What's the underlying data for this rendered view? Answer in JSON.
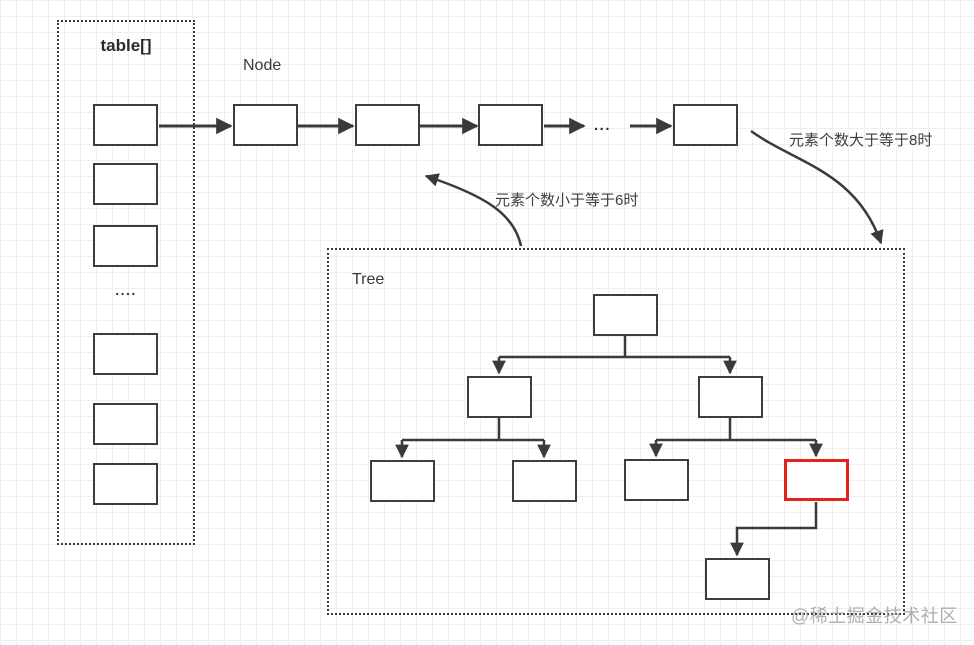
{
  "diagram": {
    "array": {
      "label": "table[]",
      "ellipsis": "...."
    },
    "list": {
      "label": "Node",
      "ellipsis": "..."
    },
    "tree": {
      "label": "Tree"
    },
    "annotations": {
      "to_tree": "元素个数大于等于8时",
      "to_list": "元素个数小于等于6时"
    },
    "watermark": "@稀土掘金技术社区",
    "colors": {
      "line": "#3a3a3a",
      "box_border": "#3d3d3d",
      "highlight": "#e2231a",
      "grid_line": "#efefef",
      "background": "#ffffff",
      "text": "#3f3f3f",
      "watermark": "#9c9a9a"
    }
  }
}
